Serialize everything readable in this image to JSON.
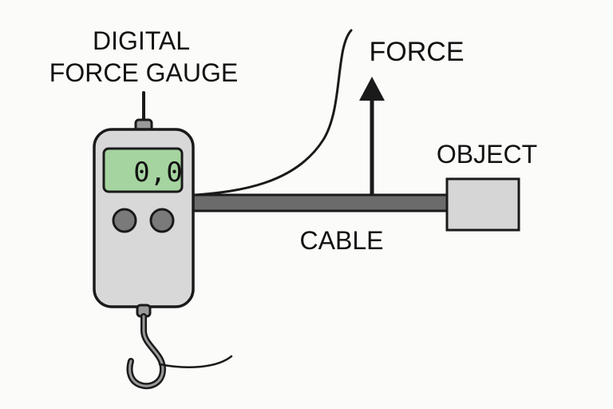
{
  "labels": {
    "title_line1": "DIGITAL",
    "title_line2": "FORCE GAUGE",
    "force": "FORCE",
    "object": "OBJECT",
    "cable": "CABLE"
  },
  "gauge": {
    "display_value": "0,0",
    "buttons": [
      "round-button",
      "round-button"
    ]
  },
  "colors": {
    "outline": "#1a1a1a",
    "gauge_body": "#d8d8d8",
    "display": "#a6d4a0",
    "cable": "#6b6b6b",
    "object": "#d6d6d6",
    "button": "#7a7a7a",
    "background": "#fbfbf9"
  }
}
